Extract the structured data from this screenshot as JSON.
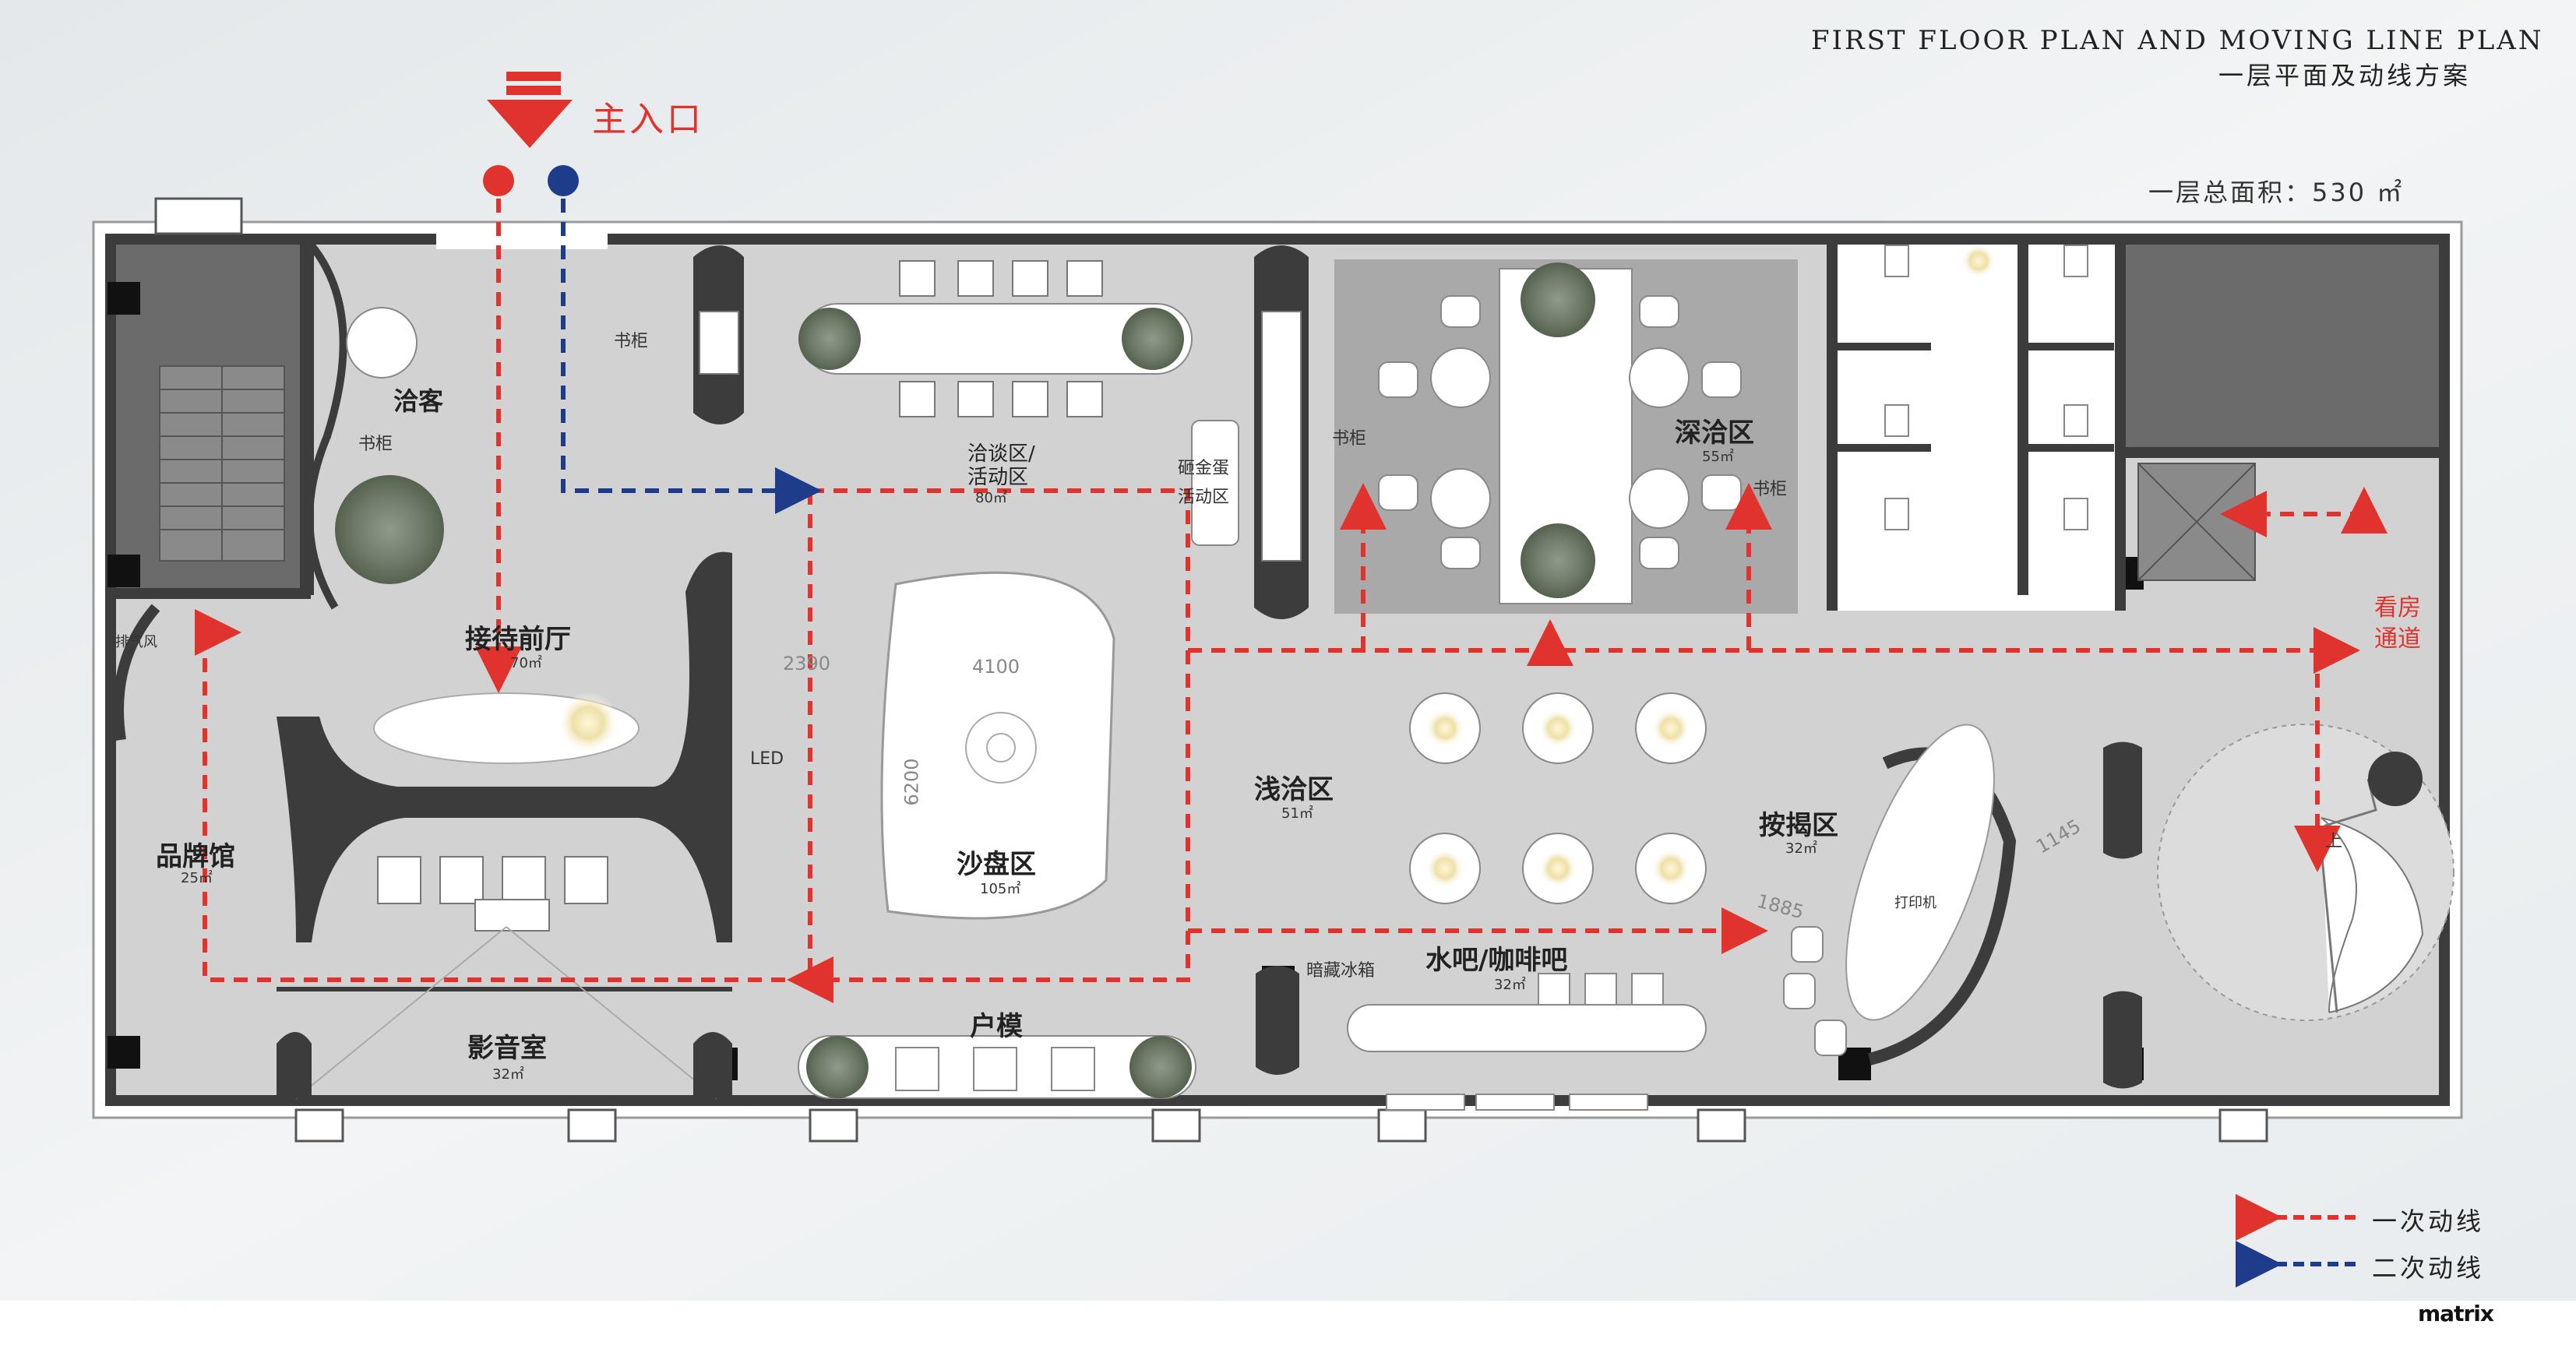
{
  "header": {
    "title_en": "FIRST FLOOR PLAN AND MOVING LINE PLAN",
    "title_cn": "一层平面及动线方案",
    "total_area": "一层总面积：530 ㎡"
  },
  "entrance": {
    "label": "主入口"
  },
  "rooms": {
    "guest": "洽客",
    "bookshelf_1": "书柜",
    "bookshelf_2": "书柜",
    "bookshelf_3": "书柜",
    "bookshelf_4": "书柜",
    "exhaust": "排气风",
    "negotiation": "洽谈区/",
    "negotiation_2": "活动区",
    "negotiation_area": "80㎡",
    "egg": "砸金蛋",
    "egg_2": "活动区",
    "deep": "深洽区",
    "deep_area": "55㎡",
    "reception": "接待前厅",
    "reception_area": "70㎡",
    "led": "LED",
    "brand": "品牌馆",
    "brand_area": "25㎡",
    "sandtable": "沙盘区",
    "sandtable_area": "105㎡",
    "light": "浅洽区",
    "light_area": "51㎡",
    "mortgage": "按揭区",
    "mortgage_area": "32㎡",
    "cinema": "影音室",
    "cinema_area": "32㎡",
    "model": "户模",
    "fridge": "暗藏冰箱",
    "bar": "水吧/咖啡吧",
    "bar_area": "32㎡",
    "viewing": "看房",
    "viewing_2": "通道",
    "printer": "打印机",
    "up": "上"
  },
  "dimensions": {
    "d2390": "2390",
    "d4100": "4100",
    "d6200": "6200",
    "d1145": "1145",
    "d1885": "1885"
  },
  "legend": {
    "primary": "一次动线",
    "secondary": "二次动线"
  },
  "logo": "matrix",
  "colors": {
    "primary_line": "#e0332d",
    "secondary_line": "#1f3c8a",
    "wall": "#3c3c3c",
    "floor": "#d2d2d2"
  }
}
